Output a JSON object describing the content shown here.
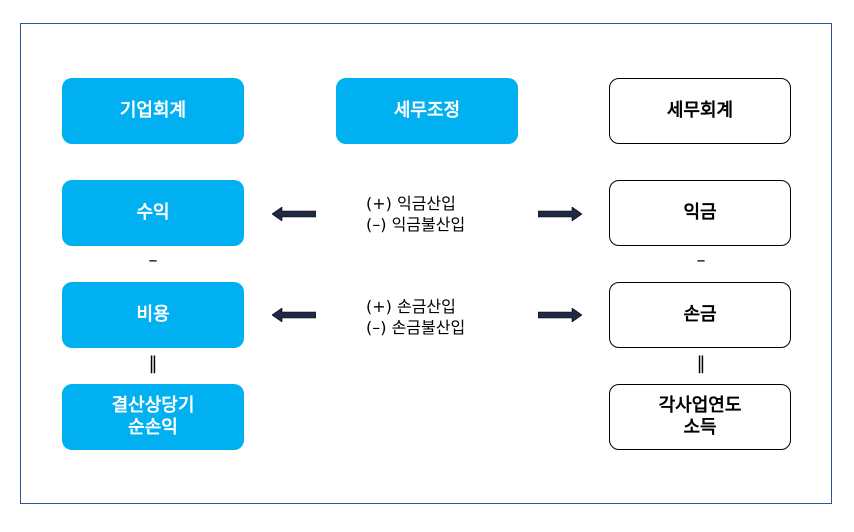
{
  "headers": {
    "corporate_accounting": "기업회계",
    "tax_adjustment": "세무조정",
    "tax_accounting": "세무회계"
  },
  "left_column": {
    "revenue": "수익",
    "minus": "–",
    "expense": "비용",
    "equals": "‖",
    "net_income": "결산상당기\n순손익"
  },
  "right_column": {
    "gross_income": "익금",
    "minus": "–",
    "deductible_expense": "손금",
    "equals": "‖",
    "taxable_income": "각사업연도\n소득"
  },
  "adjustments": {
    "income_inclusion": "(+) 익금산입",
    "income_exclusion": "(–) 익금불산입",
    "expense_inclusion": "(+) 손금산입",
    "expense_exclusion": "(–) 손금불산입"
  },
  "colors": {
    "filled_box": "#00b0f0",
    "frame_border": "#2f5597",
    "arrow_fill": "#1f2a44"
  }
}
